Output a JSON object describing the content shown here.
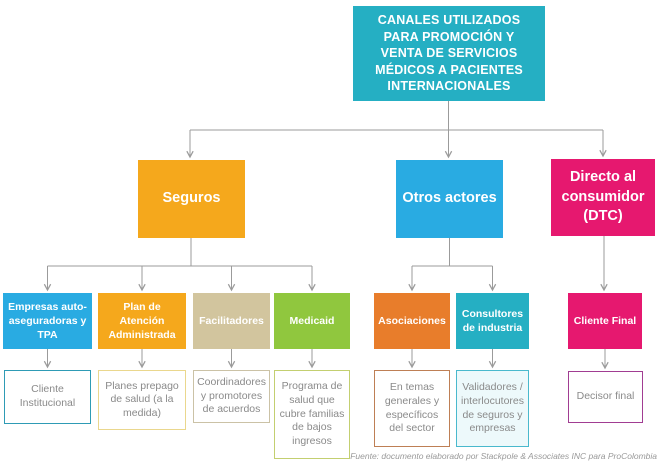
{
  "colors": {
    "background": "#FFFFFF",
    "box_text_light": "#FFFFFF",
    "leaf_text": "#8A8A8A",
    "connector": "#9B9B9B",
    "footer_text": "#999999"
  },
  "title_box": {
    "label": "CANALES UTILIZADOS PARA PROMOCIÓN Y VENTA DE SERVICIOS MÉDICOS A PACIENTES INTERNACIONALES",
    "bg": "#25AFC3"
  },
  "branches": {
    "seguros": {
      "label": "Seguros",
      "bg": "#F5A81C"
    },
    "otros": {
      "label": "Otros actores",
      "bg": "#29ABE2"
    },
    "dtc": {
      "label": "Directo al consumidor (DTC)",
      "bg": "#E6186F"
    }
  },
  "level2": {
    "empresas": {
      "label": "Empresas auto-aseguradoras y TPA",
      "bg": "#29ABE2"
    },
    "plan": {
      "label": "Plan de Atención Administrada",
      "bg": "#F5A81C"
    },
    "facilitadores": {
      "label": "Facilitadores",
      "bg": "#D2C59E"
    },
    "medicaid": {
      "label": "Medicaid",
      "bg": "#90C73E"
    },
    "asociaciones": {
      "label": "Asociaciones",
      "bg": "#E87D2B"
    },
    "consultores": {
      "label": "Consultores de industria",
      "bg": "#25AFC3"
    },
    "cliente_final": {
      "label": "Cliente Final",
      "bg": "#E6186F"
    }
  },
  "level3": {
    "cliente_institucional": {
      "label": "Cliente Institucional",
      "border": "#2E9BB5",
      "bg": "#FFFFFF"
    },
    "planes": {
      "label": "Planes prepago de salud (a la medida)",
      "border": "#EAD78D",
      "bg": "#FFFFFF"
    },
    "coordinadores": {
      "label": "Coordinadores y promotores de acuerdos",
      "border": "#CBC2A6",
      "bg": "#FFFFFF"
    },
    "programa": {
      "label": "Programa de salud que cubre familias de bajos ingresos",
      "border": "#C3CF70",
      "bg": "#FFFFFF"
    },
    "en_temas": {
      "label": "En temas generales y específicos del sector",
      "border": "#BE7F55",
      "bg": "#FFFFFF"
    },
    "validadores": {
      "label": "Validadores / interlocutores de seguros y empresas",
      "border": "#4AB9CD",
      "bg": "#EDF9FB"
    },
    "decisor": {
      "label": "Decisor final",
      "border": "#A13D92",
      "bg": "#FFFFFF"
    }
  },
  "footer": {
    "text": "Fuente: documento elaborado por Stackpole & Associates INC para ProColombia"
  }
}
